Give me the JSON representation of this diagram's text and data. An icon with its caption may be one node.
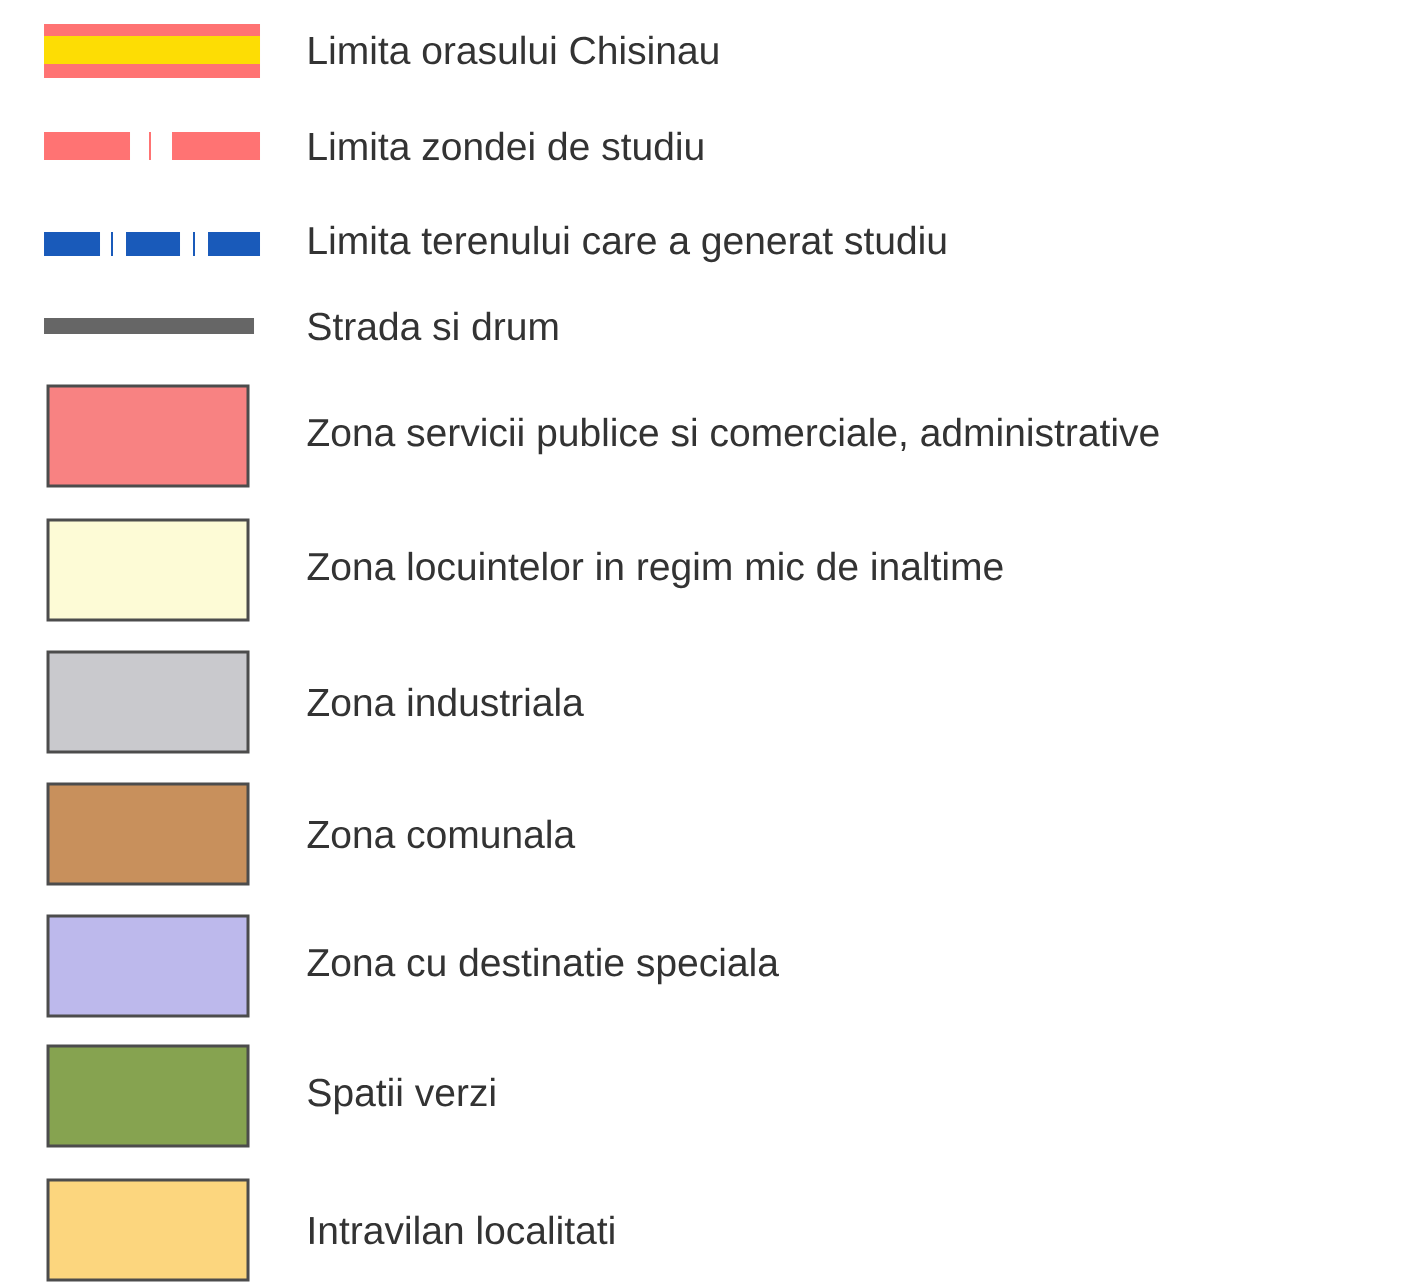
{
  "diagram": {
    "legend": [
      {
        "text": "Limita orasului Chisinau"
      },
      {
        "text": "Limita zondei de studiu"
      },
      {
        "text": "Limita terenului care a generat studiu"
      },
      {
        "text": "Strada si drum"
      },
      {
        "text": "Zona servicii publice si comerciale, administrative",
        "color": "#f88282"
      },
      {
        "text": "Zona locuintelor in regim mic de inaltime",
        "color": "#fdfbd6"
      },
      {
        "text": "Zona industriala",
        "color": "#c9c9cd"
      },
      {
        "text": "Zona comunala",
        "color": "#c8905c"
      },
      {
        "text": "Zona cu destinatie speciala",
        "color": "#bdb9ec"
      },
      {
        "text": "Spatii verzi",
        "color": "#86a350"
      },
      {
        "text": "Intravilan localitati",
        "color": "#fcd67e"
      }
    ]
  }
}
